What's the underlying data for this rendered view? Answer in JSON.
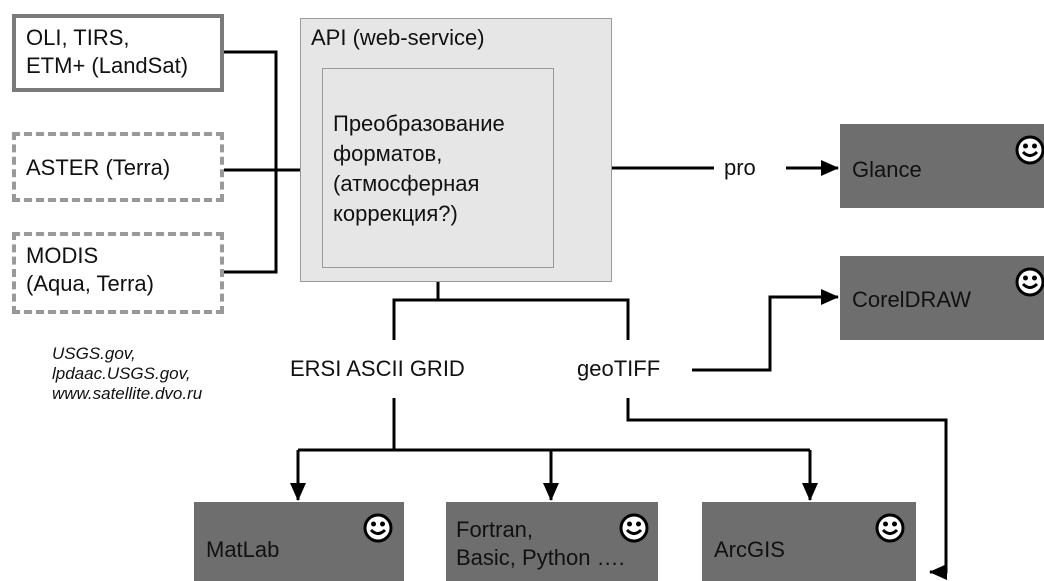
{
  "sources": [
    {
      "text": "OLI, TIRS,\nETM+ (LandSat)"
    },
    {
      "text": "ASTER (Terra)"
    },
    {
      "text": "MODIS\n(Aqua, Terra)"
    }
  ],
  "sources_note": "USGS.gov,\nlpdaac.USGS.gov,\nwww.satellite.dvo.ru",
  "api": {
    "title": "API (web-service)",
    "process": "Преобразование\nформатов,\n(атмосферная\nкоррекция?)"
  },
  "labels": {
    "pro": "pro",
    "ersi": "ERSI ASCII GRID",
    "geotiff": "geoTIFF"
  },
  "destinations": {
    "glance": "Glance",
    "coreldraw": "CorelDRAW",
    "matlab": "MatLab",
    "fortran": "Fortran,\nBasic, Python ….",
    "arcgis": "ArcGIS"
  },
  "icons": {
    "smiley": "smiley-face-icon"
  },
  "colors": {
    "dest_fill": "#6e6e6e",
    "api_fill": "#e6e6e6"
  }
}
